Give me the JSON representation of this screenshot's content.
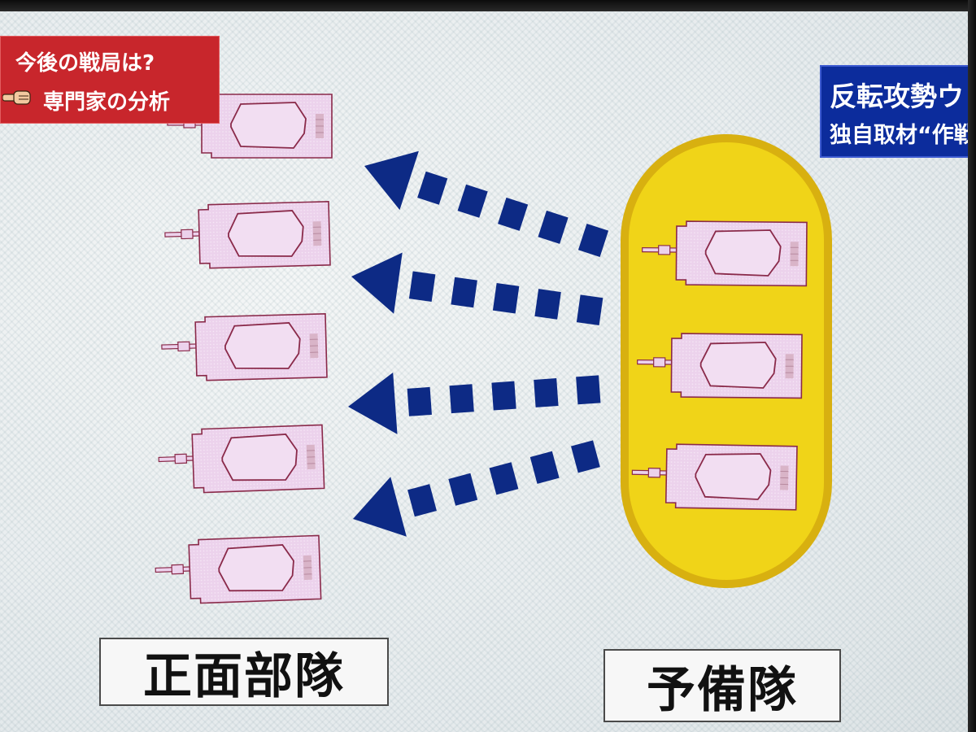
{
  "topic_badge": {
    "line1": "今後の戦局は?",
    "line2": "専門家の分析",
    "pointer_icon": "pointing-hand-icon",
    "color": "#c8262c"
  },
  "headline_badge": {
    "line1": "反転攻勢ウ",
    "line2": "独自取材“作戦の",
    "color": "#0c2c9c"
  },
  "diagram": {
    "front_unit_label": "正面部隊",
    "reserve_unit_label": "予備隊",
    "front_tank_count": 5,
    "reserve_tank_count": 3,
    "reinforcement_arrow_count": 4,
    "tank_icon": "tank-icon",
    "arrow_icon": "dashed-arrow-left-icon",
    "colors": {
      "tank_fill": "#ecd2ec",
      "tank_outline": "#8a2a4a",
      "arrow": "#0d2a85",
      "reserve_highlight": "#f0d418",
      "reserve_highlight_border": "#d8b010"
    }
  }
}
